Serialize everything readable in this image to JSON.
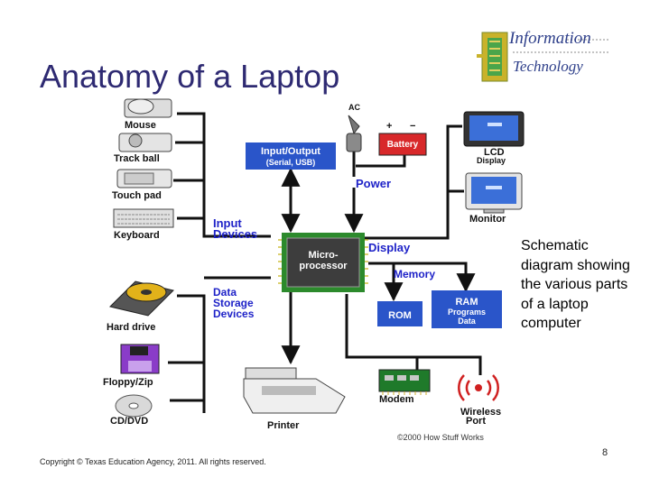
{
  "slide": {
    "title": "Anatomy of a Laptop",
    "caption": "Schematic diagram showing the various parts of a laptop computer",
    "footer": "Copyright © Texas Education Agency, 2011. All rights reserved.",
    "page_number": "8"
  },
  "logo": {
    "line1": "Information",
    "line2": "Technology"
  },
  "diagram": {
    "peripherals": {
      "mouse": "Mouse",
      "trackball": "Track ball",
      "touchpad": "Touch pad",
      "keyboard": "Keyboard",
      "hard_drive": "Hard drive",
      "floppy": "Floppy/Zip",
      "cd_dvd": "CD/DVD",
      "printer": "Printer",
      "modem": "Modem",
      "wireless_line1": "Wireless",
      "wireless_line2": "Port",
      "lcd_line1": "LCD",
      "lcd_line2": "Display",
      "monitor": "Monitor",
      "ac": "AC"
    },
    "blocks": {
      "io_line1": "Input/Output",
      "io_line2": "(Serial, USB)",
      "battery": "Battery",
      "power": "Power",
      "input_devices_line1": "Input",
      "input_devices_line2": "Devices",
      "cpu_line1": "Micro-",
      "cpu_line2": "processor",
      "display": "Display",
      "memory": "Memory",
      "storage_line1": "Data",
      "storage_line2": "Storage",
      "storage_line3": "Devices",
      "ram_line1": "RAM",
      "ram_line2": "Programs",
      "ram_line3": "Data",
      "rom": "ROM"
    },
    "credit": "©2000 How Stuff Works"
  },
  "colors": {
    "title": "#2e2a72",
    "label_blue": "#1f23c8",
    "box_blue": "#2a55c9",
    "battery_red": "#d8282a",
    "chip_green": "#2c8a2c"
  }
}
